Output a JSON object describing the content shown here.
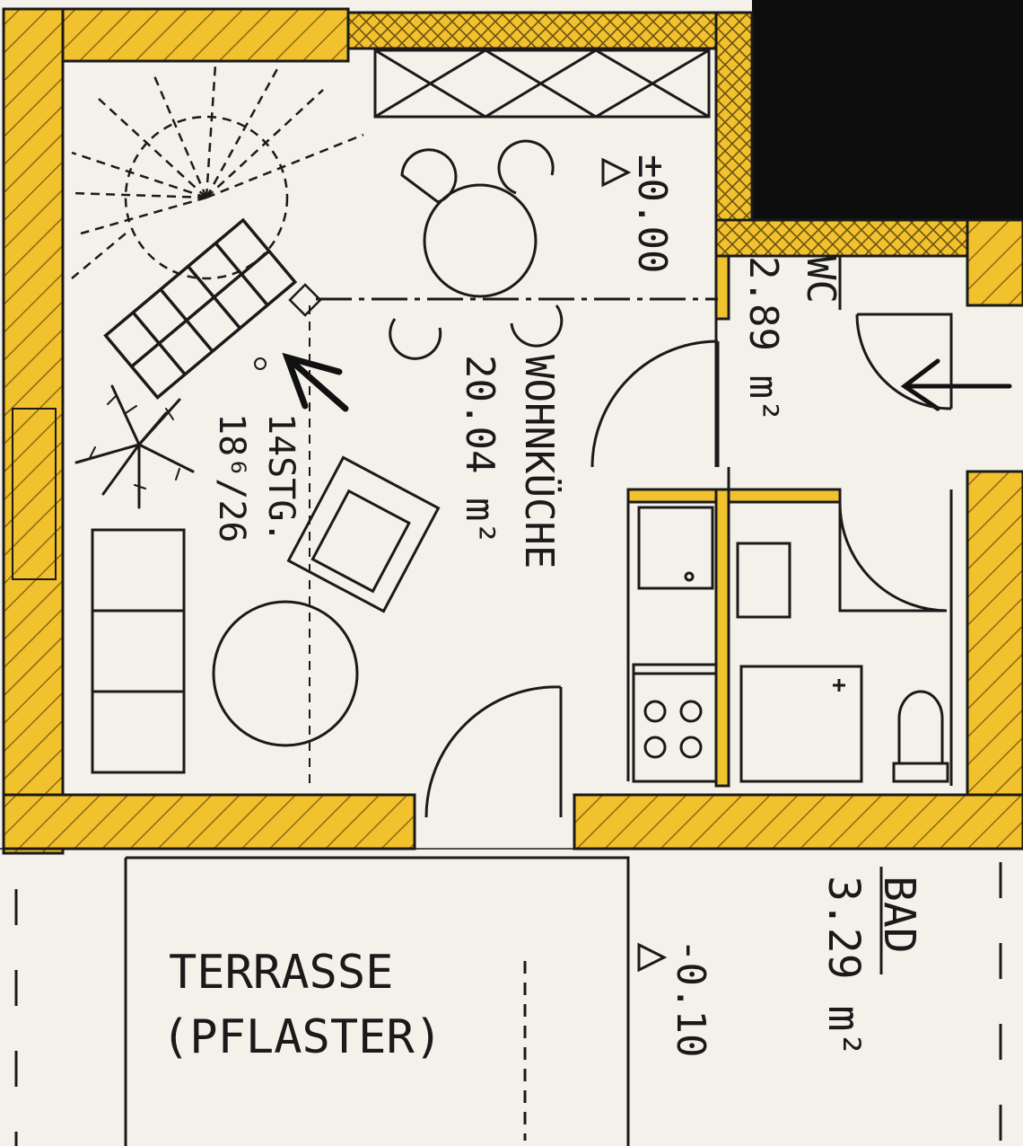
{
  "rooms": {
    "wohnkueche": {
      "name": "WOHNKÜCHE",
      "area": "20.04 m²"
    },
    "wc": {
      "name": "WC",
      "area": "2.89 m²"
    },
    "bad": {
      "name": "BAD",
      "area": "3.29 m²"
    },
    "terrasse": {
      "line1": "TERRASSE",
      "line2": "(PFLASTER)"
    }
  },
  "levels": {
    "floor": "±0.00",
    "terrace": "-0.10"
  },
  "stairs": {
    "count": "14STG.",
    "ratio": "18⁶/26"
  },
  "colors": {
    "wall_fill": "#f2c12e",
    "wall_hatch": "#8a6a12",
    "line": "#1a1a1a",
    "paper": "#f4f1ea",
    "dark_block": "#0d0d0d"
  }
}
